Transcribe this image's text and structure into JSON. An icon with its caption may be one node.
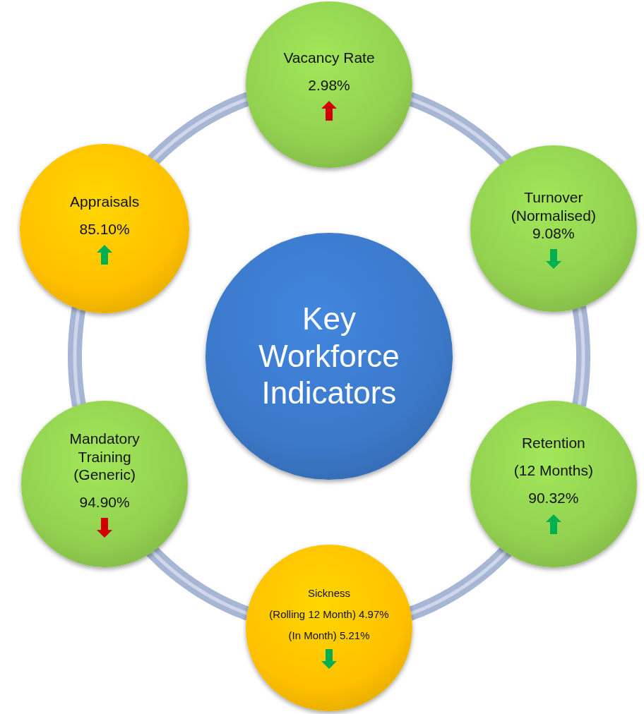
{
  "diagram": {
    "nodes": [
      {
        "text": [
          "Vacancy Rate",
          "2.98%"
        ]
      },
      {
        "text": [
          "Turnover (Normalised)",
          "9.08%"
        ]
      },
      {
        "text": [
          "Retention",
          "(12 Months)",
          "90.32%"
        ]
      },
      {
        "text": [
          "Sickness",
          "(Rolling 12 Month) 4.97%",
          "(In Month) 5.21%"
        ]
      },
      {
        "text": [
          "Mandatory Training (Generic)",
          "94.90%"
        ]
      },
      {
        "text": [
          "Appraisals",
          "85.10%"
        ]
      },
      {
        "text": [
          "Key Workforce Indicators"
        ]
      }
    ],
    "edges": [
      {
        "from": 0,
        "to": 1,
        "arrow": "none"
      },
      {
        "from": 1,
        "to": 2,
        "arrow": "none"
      },
      {
        "from": 2,
        "to": 3,
        "arrow": "none"
      },
      {
        "from": 3,
        "to": 4,
        "arrow": "none"
      },
      {
        "from": 4,
        "to": 5,
        "arrow": "none"
      },
      {
        "from": 5,
        "to": 0,
        "arrow": "none"
      }
    ]
  }
}
